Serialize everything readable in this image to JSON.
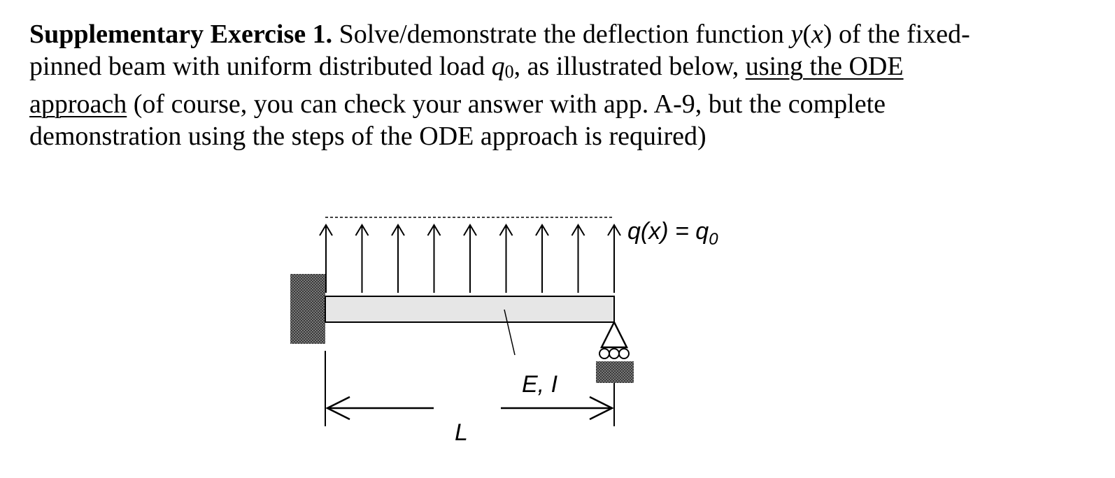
{
  "problem": {
    "heading": "Supplementary Exercise 1.",
    "line1_text": " Solve/demonstrate the deflection function ",
    "line1_y": "y",
    "line1_paren_open": "(",
    "line1_x": "x",
    "line1_tail": ") of the fixed-",
    "line2_text": "pinned beam with uniform distributed load ",
    "line2_q": "q",
    "line2_sub": "0",
    "line2_mid": ", as illustrated below, ",
    "line2_underlined": "using the ODE",
    "line3_underlined": "approach",
    "line3_text": " (of course, you can check your answer with app. A-9, but the complete",
    "line4_text": "demonstration using the steps of the ODE approach is required)"
  },
  "figure": {
    "load_label": "q(x) = q",
    "load_sub": "0",
    "material_label": "E, I",
    "length_label": "L",
    "arrow_count": 9
  }
}
